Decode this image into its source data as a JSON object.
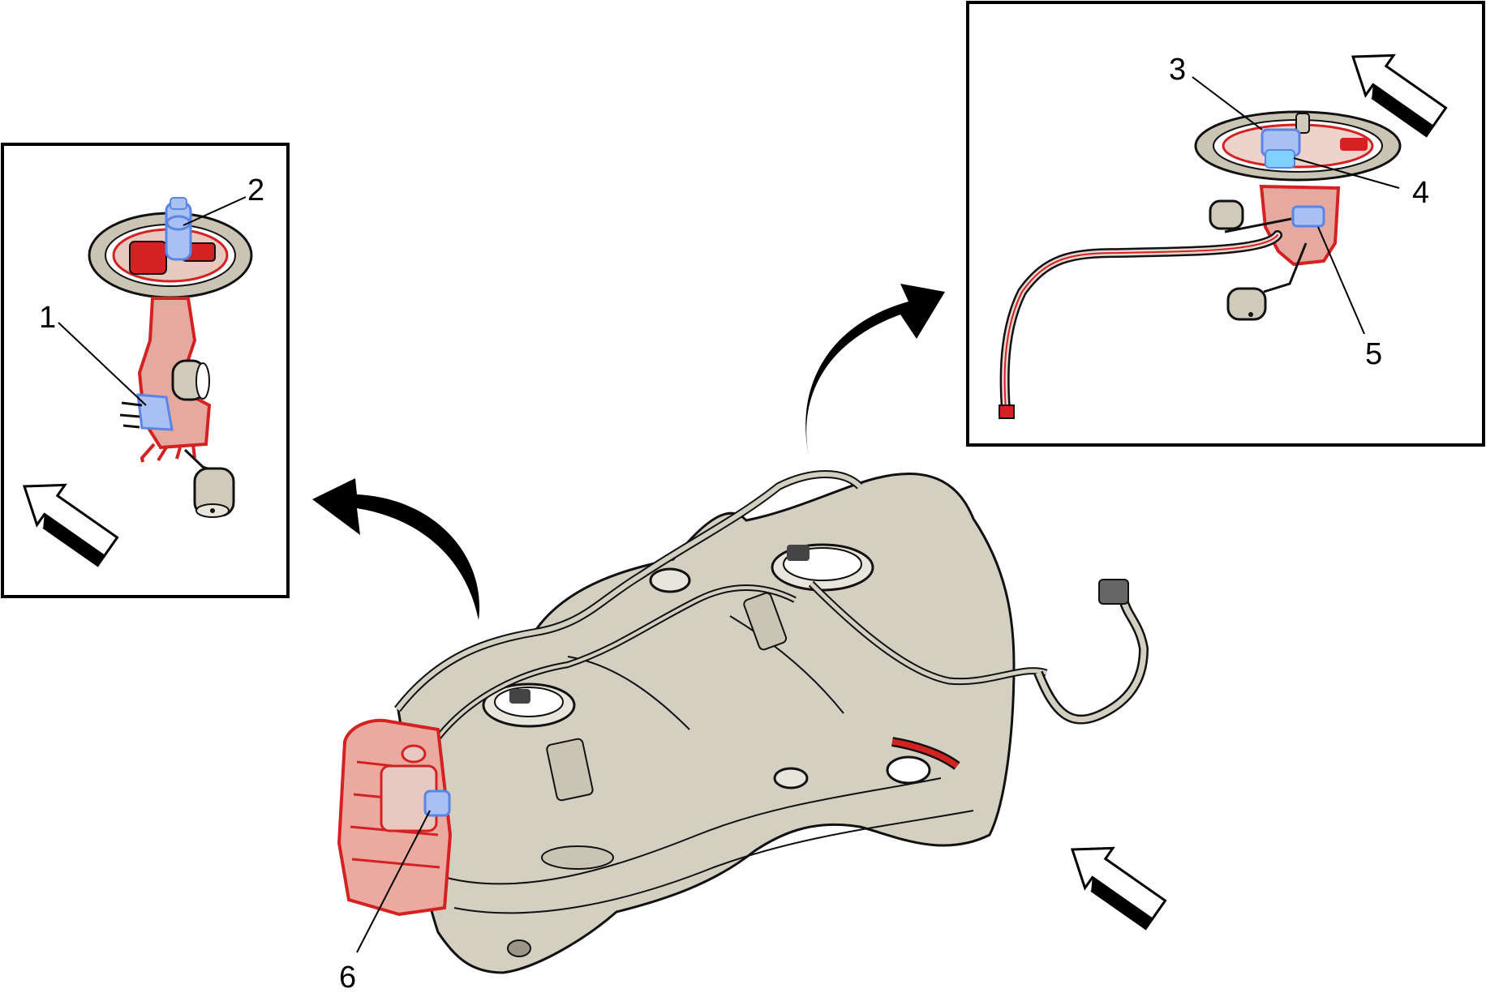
{
  "callouts": {
    "c1": "1",
    "c2": "2",
    "c3": "3",
    "c4": "4",
    "c5": "5",
    "c6": "6"
  },
  "colors": {
    "tank": "#d3cfc1",
    "highlight_red": "#d42222",
    "highlight_blue": "#5a84e6",
    "outline": "#111111",
    "frame": "#000000"
  },
  "icons": [
    "view-direction-arrow-icon",
    "curved-callout-arrow-icon"
  ]
}
